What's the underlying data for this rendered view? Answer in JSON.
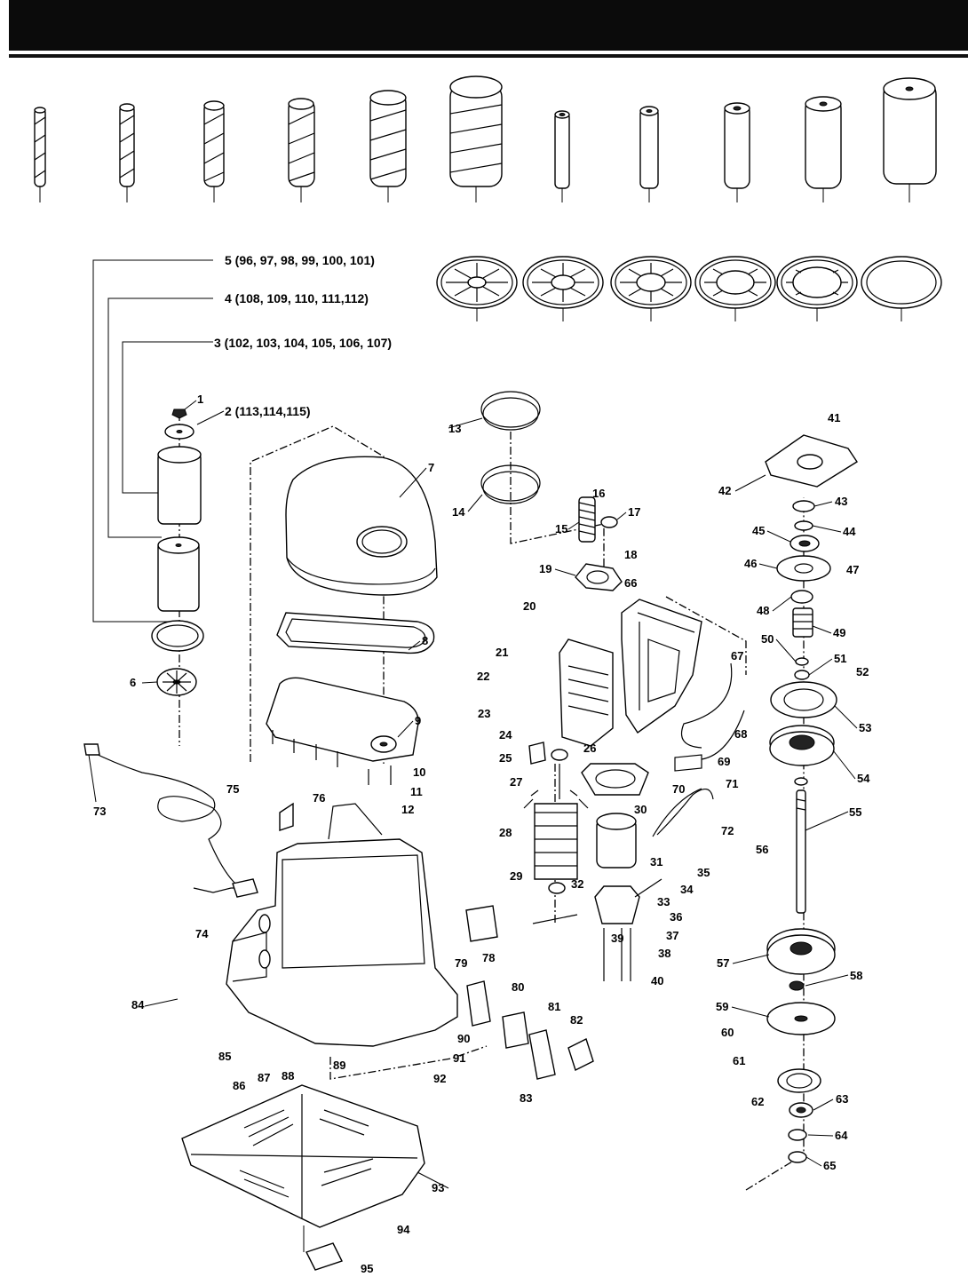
{
  "group_labels": {
    "g5": "5 (96, 97, 98, 99, 100, 101)",
    "g4": "4 (108, 109, 110, 111,112)",
    "g3": "3 (102, 103, 104, 105, 106, 107)",
    "g2": "2 (113,114,115)"
  },
  "part_numbers": {
    "p1": "1",
    "p6": "6",
    "p7": "7",
    "p8": "8",
    "p9": "9",
    "p10": "10",
    "p11": "11",
    "p12": "12",
    "p13": "13",
    "p14": "14",
    "p15": "15",
    "p16": "16",
    "p17": "17",
    "p18": "18",
    "p19": "19",
    "p20": "20",
    "p21": "21",
    "p22": "22",
    "p23": "23",
    "p24": "24",
    "p25": "25",
    "p26": "26",
    "p27": "27",
    "p28": "28",
    "p29": "29",
    "p30": "30",
    "p31": "31",
    "p32": "32",
    "p33": "33",
    "p34": "34",
    "p35": "35",
    "p36": "36",
    "p37": "37",
    "p38": "38",
    "p39": "39",
    "p40": "40",
    "p41": "41",
    "p42": "42",
    "p43": "43",
    "p44": "44",
    "p45": "45",
    "p46": "46",
    "p47": "47",
    "p48": "48",
    "p49": "49",
    "p50": "50",
    "p51": "51",
    "p52": "52",
    "p53": "53",
    "p54": "54",
    "p55": "55",
    "p56": "56",
    "p57": "57",
    "p58": "58",
    "p59": "59",
    "p60": "60",
    "p61": "61",
    "p62": "62",
    "p63": "63",
    "p64": "64",
    "p65": "65",
    "p66": "66",
    "p67": "67",
    "p68": "68",
    "p69": "69",
    "p70": "70",
    "p71": "71",
    "p72": "72",
    "p73": "73",
    "p74": "74",
    "p75": "75",
    "p76": "76",
    "p78": "78",
    "p79": "79",
    "p80": "80",
    "p81": "81",
    "p82": "82",
    "p83": "83",
    "p84": "84",
    "p85": "85",
    "p86": "86",
    "p87": "87",
    "p88": "88",
    "p89": "89",
    "p90": "90",
    "p91": "91",
    "p92": "92",
    "p93": "93",
    "p94": "94",
    "p95": "95"
  }
}
